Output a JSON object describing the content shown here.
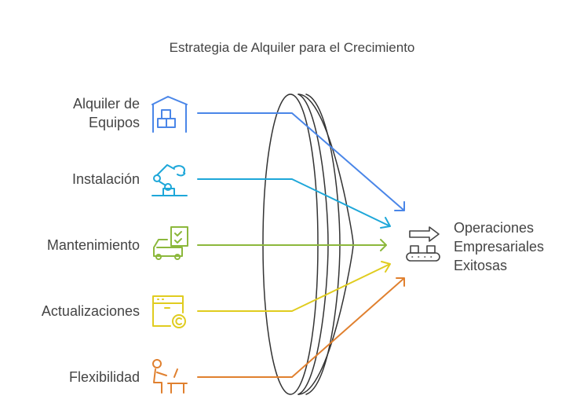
{
  "title": "Estrategia de Alquiler para el Crecimiento",
  "inputs": [
    {
      "label_1": "Alquiler de",
      "label_2": "Equipos",
      "icon": "warehouse-icon",
      "color": "#4a86e8"
    },
    {
      "label_1": "Instalación",
      "icon": "robot-arm-icon",
      "color": "#1ea7d9"
    },
    {
      "label_1": "Mantenimiento",
      "icon": "truck-checklist-icon",
      "color": "#8cb83c"
    },
    {
      "label_1": "Actualizaciones",
      "icon": "browser-refresh-icon",
      "color": "#e0cc1f"
    },
    {
      "label_1": "Flexibilidad",
      "icon": "person-desk-icon",
      "color": "#e0802f"
    }
  ],
  "output": {
    "line_1": "Operaciones",
    "line_2": "Empresariales",
    "line_3": "Exitosas",
    "icon": "conveyor-arrow-icon"
  }
}
